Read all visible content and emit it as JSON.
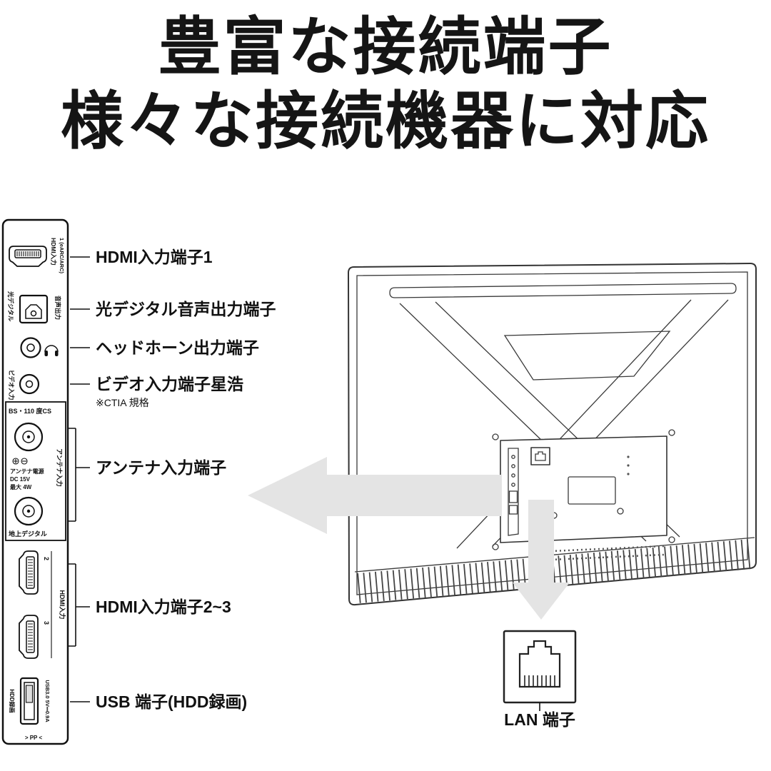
{
  "title": {
    "line1": "豊富な接続端子",
    "line2": "様々な接続機器に対応"
  },
  "panel": {
    "hdmi1_col1": "HDMI入力",
    "hdmi1_col2": "1 (eARC/ARC)",
    "optical_left": "光デジタル",
    "optical_right": "音声出力",
    "video_label": "ビデオ入力",
    "bs_label": "BS・110 度CS",
    "antenna_power_line1": "アンテナ電源",
    "antenna_power_line2": "DC 15V",
    "antenna_power_line3": "最大 4W",
    "antenna_input_vertical": "アンテナ入力",
    "terrestrial_label": "地上デジタル",
    "hdmi2_num": "2",
    "hdmi3_num": "3",
    "hdmi23_vertical": "HDMI入力",
    "usb_label": "USB3.0 5V⎓0.9A",
    "hdd_label": "HDD録画",
    "bottom_label": "> PP <"
  },
  "callouts": {
    "hdmi1": "HDMI入力端子1",
    "optical": "光デジタル音声出力端子",
    "headphone": "ヘッドホーン出力端子",
    "video": "ビデオ入力端子星浩",
    "video_note": "※CTIA 規格",
    "antenna": "アンテナ入力端子",
    "hdmi23": "HDMI入力端子2~3",
    "usb": "USB 端子(HDD録画)",
    "lan": "LAN 端子"
  },
  "colors": {
    "arrow_fill": "#e4e4e4",
    "line": "#111111",
    "tv_line": "#333333"
  }
}
